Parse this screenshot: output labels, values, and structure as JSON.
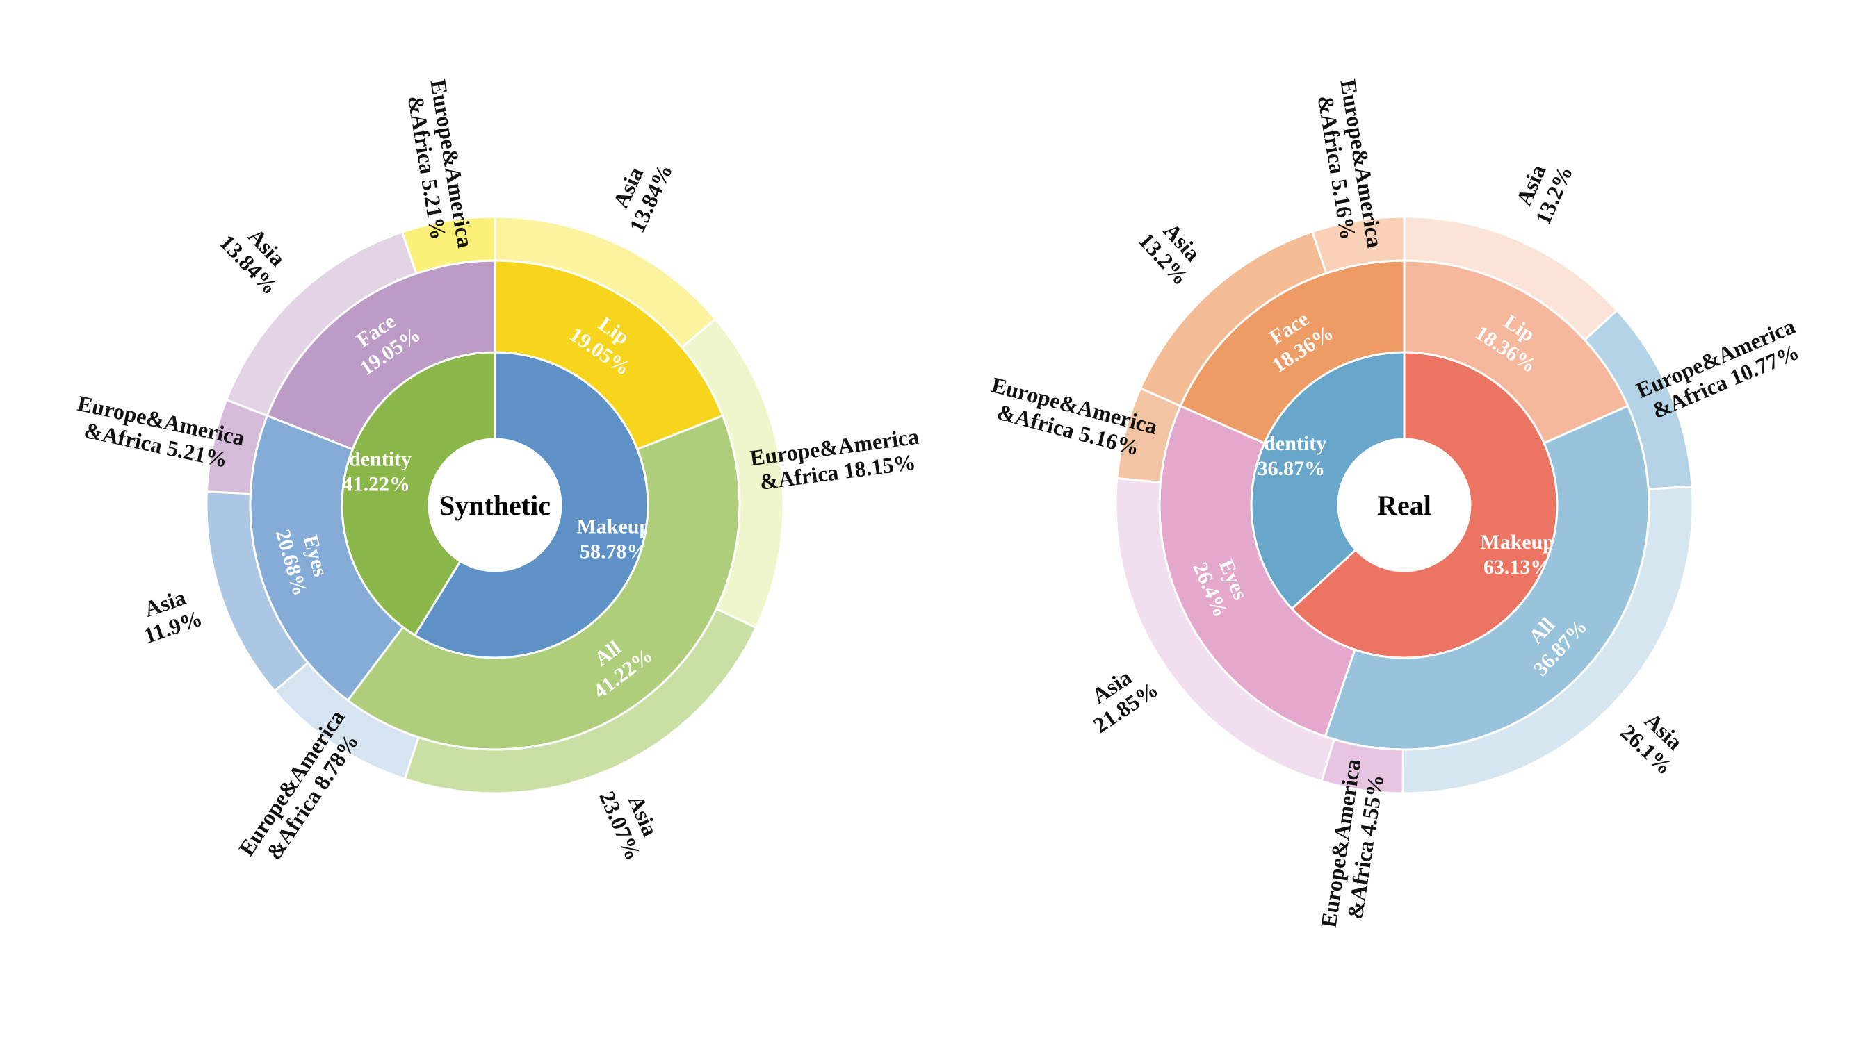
{
  "chart_data": [
    {
      "type": "sunburst",
      "center_label": "Synthetic",
      "rings": {
        "inner": [
          {
            "label": "Makeup",
            "value": 58.78,
            "value_text": "58.78%",
            "color": "#5e92c6",
            "text_color": "#ffffff"
          },
          {
            "label": "Identity",
            "value": 41.22,
            "value_text": "41.22%",
            "color": "#8bb74a",
            "text_color": "#ffffff"
          }
        ],
        "middle": [
          {
            "label": "Lip",
            "value": 19.05,
            "value_text": "19.05%",
            "color": "#f6d51c",
            "text_color": "#ffffff"
          },
          {
            "label": "All",
            "value": 41.22,
            "value_text": "41.22%",
            "color": "#aece7c",
            "text_color": "#ffffff"
          },
          {
            "label": "Eyes",
            "value": 20.68,
            "value_text": "20.68%",
            "color": "#84acd6",
            "text_color": "#ffffff"
          },
          {
            "label": "Face",
            "value": 19.05,
            "value_text": "19.05%",
            "color": "#bc9cc6",
            "text_color": "#ffffff"
          }
        ],
        "outer": [
          {
            "label": "Asia",
            "value": 13.84,
            "value_text": "13.84%",
            "color": "#fbf39e"
          },
          {
            "label": "Europe&America &Africa",
            "value": 18.15,
            "value_text": "18.15%",
            "color": "#eff6cb"
          },
          {
            "label": "Asia",
            "value": 23.07,
            "value_text": "23.07%",
            "color": "#c9dfa4"
          },
          {
            "label": "Europe&America &Africa",
            "value": 8.78,
            "value_text": "8.78%",
            "color": "#d6e4f1"
          },
          {
            "label": "Asia",
            "value": 11.9,
            "value_text": "11.9%",
            "color": "#abc7e3"
          },
          {
            "label": "Europe&America &Africa",
            "value": 5.21,
            "value_text": "5.21%",
            "color": "#d4bcd9"
          },
          {
            "label": "Asia",
            "value": 13.84,
            "value_text": "13.84%",
            "color": "#e2d4e5"
          },
          {
            "label": "Europe&America &Africa",
            "value": 5.21,
            "value_text": "5.21%",
            "color": "#fbf079"
          }
        ]
      }
    },
    {
      "type": "sunburst",
      "center_label": "Real",
      "rings": {
        "inner": [
          {
            "label": "Makeup",
            "value": 63.13,
            "value_text": "63.13%",
            "color": "#eb7463",
            "text_color": "#ffffff"
          },
          {
            "label": "Identity",
            "value": 36.87,
            "value_text": "36.87%",
            "color": "#68a7ca",
            "text_color": "#ffffff"
          }
        ],
        "middle": [
          {
            "label": "Lip",
            "value": 18.36,
            "value_text": "18.36%",
            "color": "#f5b89c",
            "text_color": "#ffffff"
          },
          {
            "label": "All",
            "value": 36.87,
            "value_text": "36.87%",
            "color": "#99c2db",
            "text_color": "#ffffff"
          },
          {
            "label": "Eyes",
            "value": 26.4,
            "value_text": "26.4%",
            "color": "#e5a8cd",
            "text_color": "#ffffff"
          },
          {
            "label": "Face",
            "value": 18.36,
            "value_text": "18.36%",
            "color": "#ee9c66",
            "text_color": "#ffffff"
          }
        ],
        "outer": [
          {
            "label": "Asia",
            "value": 13.2,
            "value_text": "13.2%",
            "color": "#fbe4d7"
          },
          {
            "label": "Europe&America &Africa",
            "value": 10.77,
            "value_text": "10.77%",
            "color": "#b4d3e6"
          },
          {
            "label": "Asia",
            "value": 26.1,
            "value_text": "26.1%",
            "color": "#d6e6f0"
          },
          {
            "label": "Europe&America &Africa",
            "value": 4.55,
            "value_text": "4.55%",
            "color": "#e8c4e3"
          },
          {
            "label": "Asia",
            "value": 21.85,
            "value_text": "21.85%",
            "color": "#f1dff0"
          },
          {
            "label": "Europe&America &Africa",
            "value": 5.16,
            "value_text": "5.16%",
            "color": "#f3c4a3"
          },
          {
            "label": "Asia",
            "value": 13.2,
            "value_text": "13.2%",
            "color": "#f3bc95"
          },
          {
            "label": "Europe&America &Africa",
            "value": 5.16,
            "value_text": "5.16%",
            "color": "#f8d1b7"
          }
        ]
      }
    }
  ]
}
